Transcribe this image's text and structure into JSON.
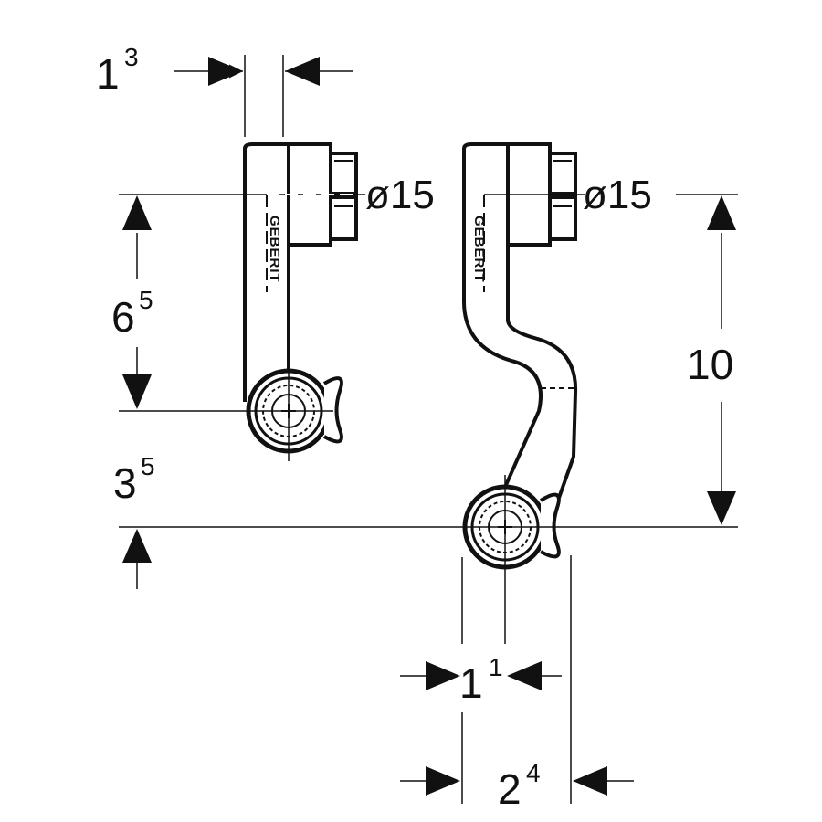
{
  "dimensions": {
    "top_width": {
      "main": "1",
      "sup": "3"
    },
    "left_height": {
      "main": "6",
      "sup": "5"
    },
    "bottom_offset": {
      "main": "3",
      "sup": "5"
    },
    "right_height": {
      "main": "10"
    },
    "bottom_inner_width": {
      "main": "1",
      "sup": "1"
    },
    "bottom_outer_width": {
      "main": "2",
      "sup": "4"
    }
  },
  "labels": {
    "left_diameter": "ø15",
    "right_diameter": "ø15",
    "brand_text": "GEBERIT"
  },
  "colors": {
    "ink": "#111111",
    "background": "#ffffff"
  }
}
